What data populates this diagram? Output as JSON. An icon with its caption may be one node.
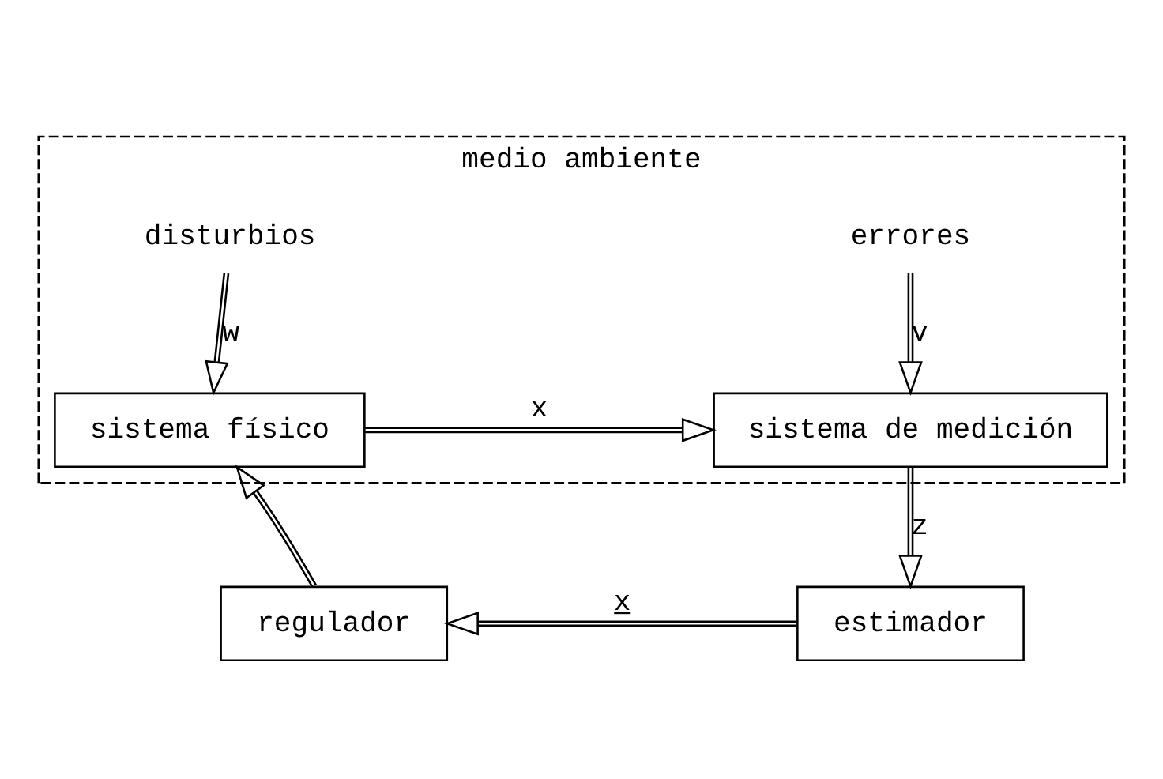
{
  "diagram": {
    "nodes": [
      {
        "text": [
          "medio ambiente"
        ]
      },
      {
        "text": [
          "disturbios"
        ],
        "in": 0
      },
      {
        "text": [
          "errores"
        ],
        "in": 0
      },
      {
        "text": [
          "sistema físico"
        ],
        "in": 0
      },
      {
        "text": [
          "sistema de medición"
        ],
        "in": 0
      },
      {
        "text": [
          "regulador"
        ]
      },
      {
        "text": [
          "estimador"
        ]
      }
    ],
    "edges": [
      {
        "from": 1,
        "to": 3,
        "label": "w",
        "arrow": "to"
      },
      {
        "from": 2,
        "to": 4,
        "label": "v",
        "arrow": "to"
      },
      {
        "from": 3,
        "to": 4,
        "label": "x",
        "arrow": "to"
      },
      {
        "from": 4,
        "to": 6,
        "label": "z",
        "arrow": "to"
      },
      {
        "from": 6,
        "to": 5,
        "label": "x̲",
        "arrow": "to"
      },
      {
        "from": 5,
        "to": 3,
        "arrow": "to"
      }
    ]
  }
}
